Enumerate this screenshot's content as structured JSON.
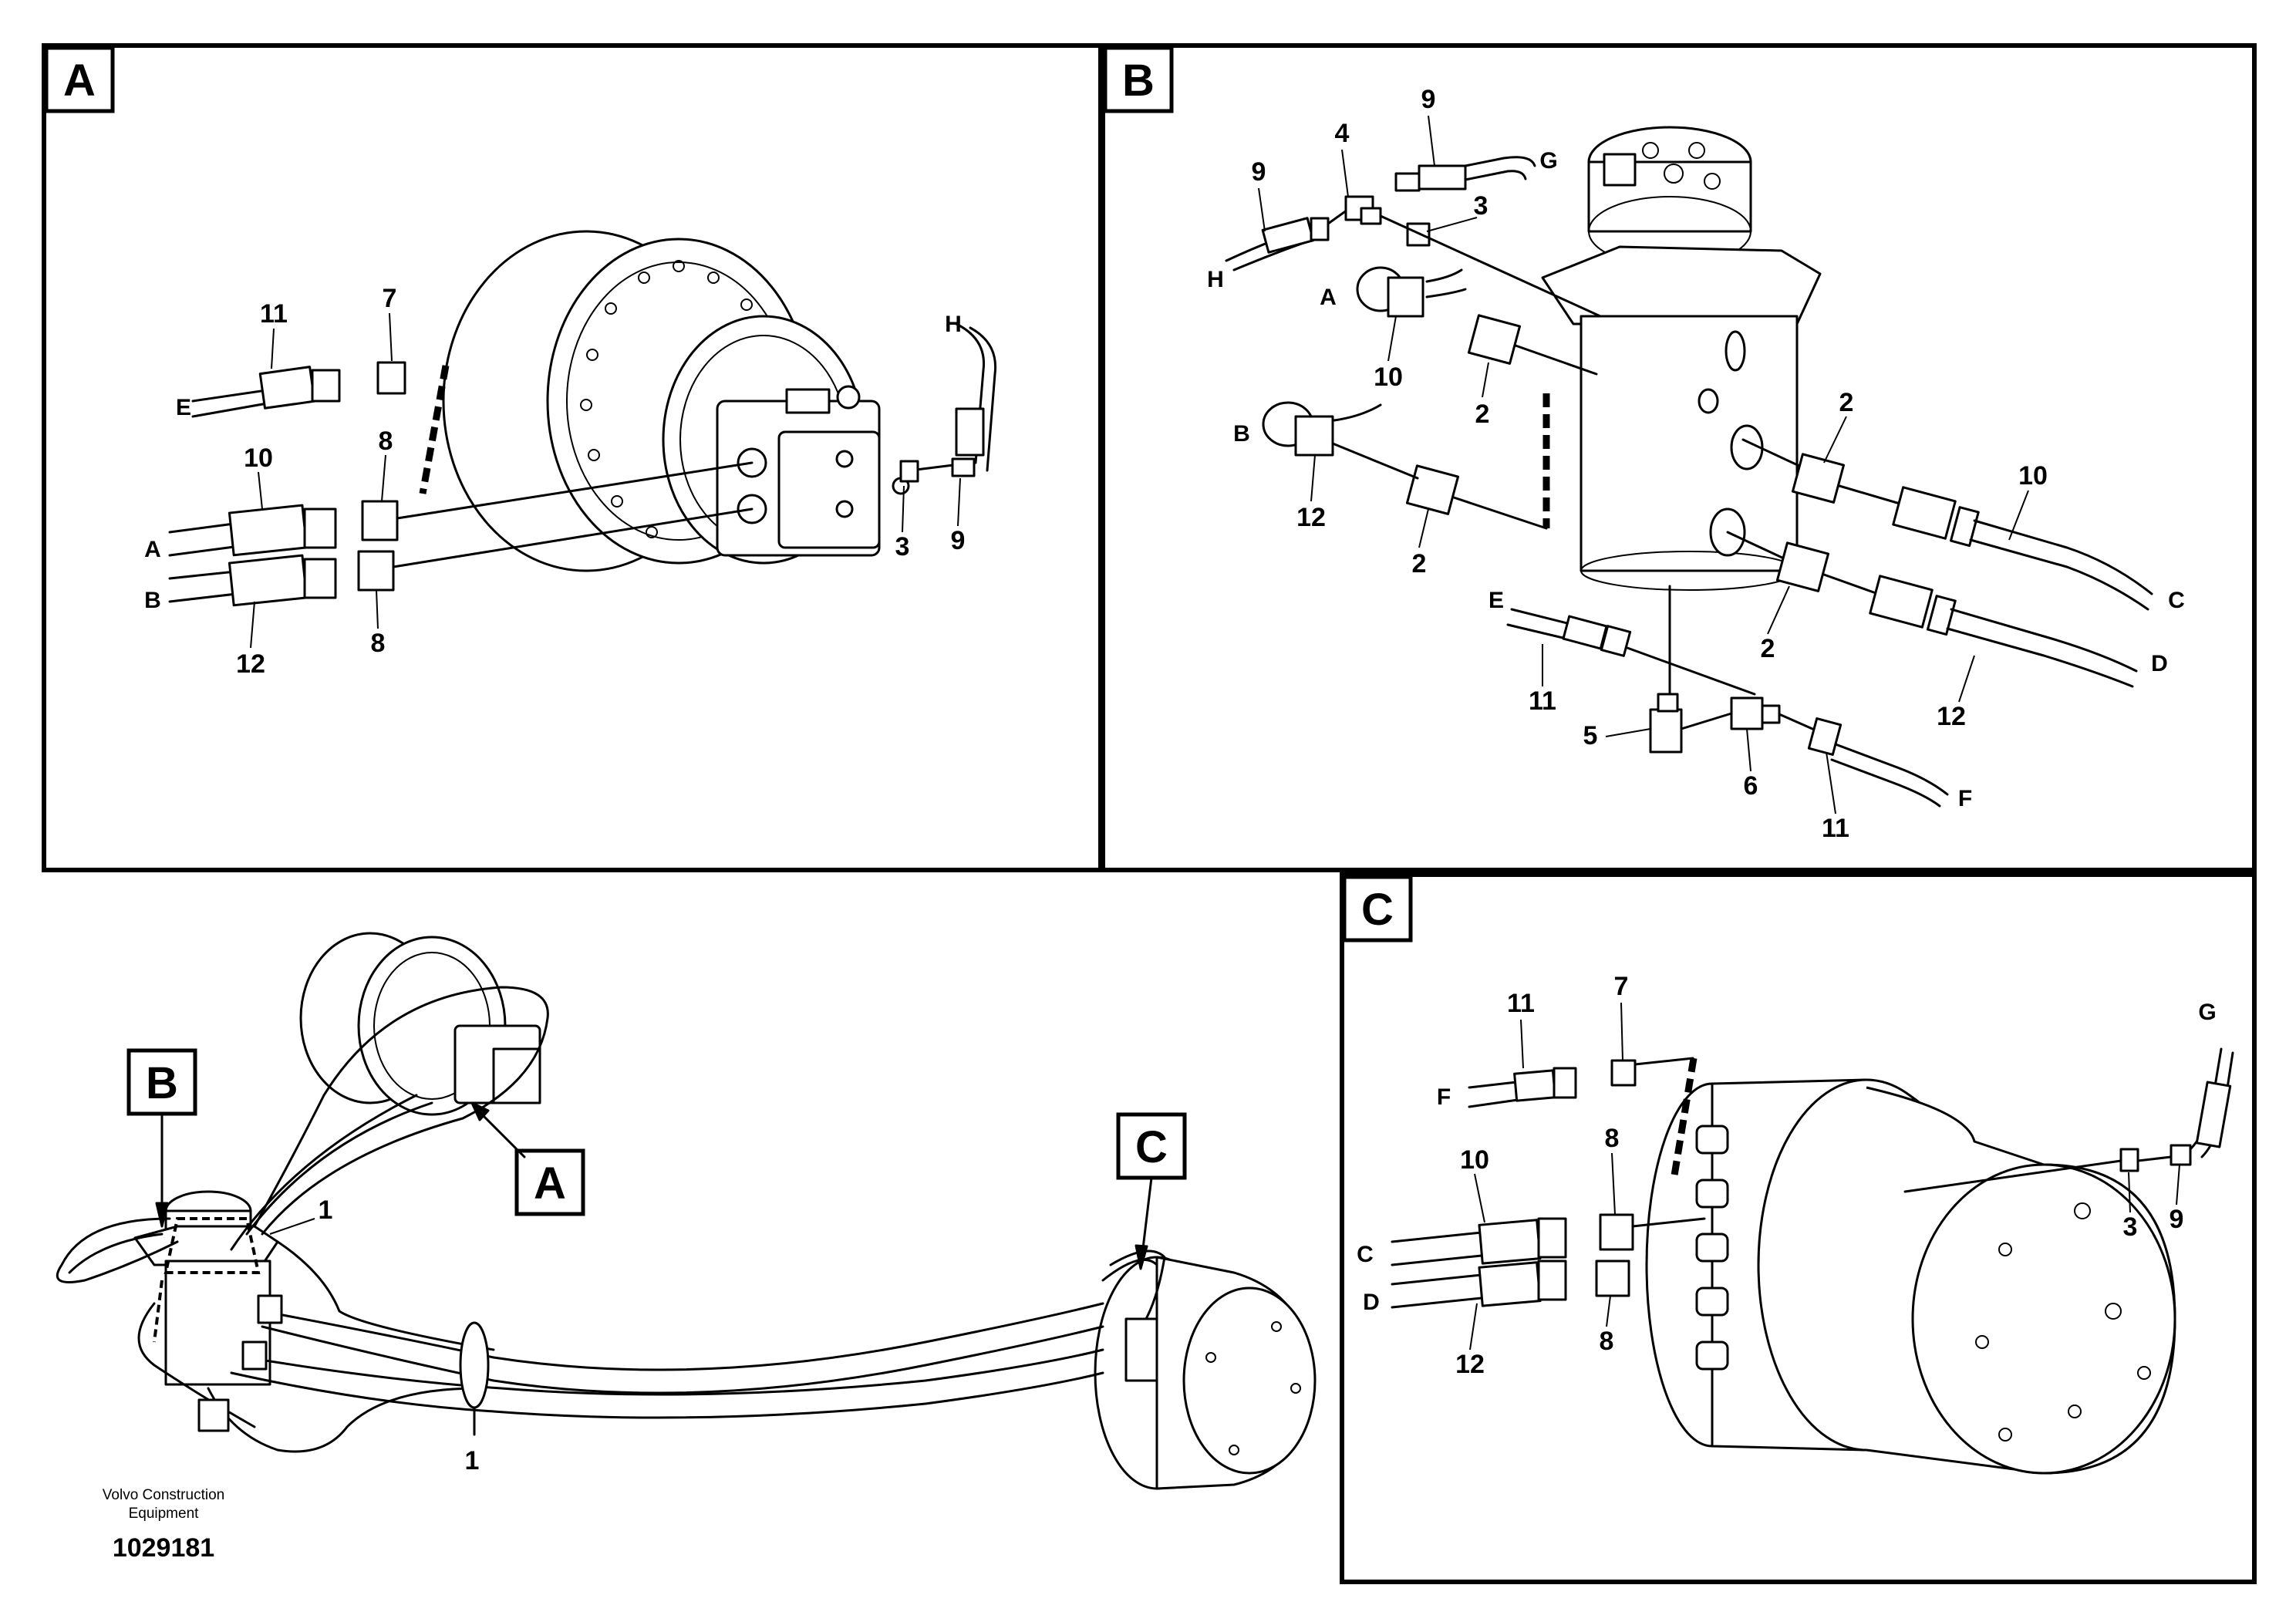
{
  "panels": {
    "a": {
      "tag": "A",
      "callouts": [
        "11",
        "7",
        "10",
        "8",
        "12",
        "8",
        "3",
        "9"
      ],
      "connections": [
        "E",
        "A",
        "B",
        "H"
      ]
    },
    "b": {
      "tag": "B",
      "callouts": [
        "9",
        "4",
        "9",
        "3",
        "10",
        "2",
        "12",
        "2",
        "2",
        "10",
        "2",
        "12",
        "11",
        "5",
        "6",
        "11"
      ],
      "connections": [
        "G",
        "H",
        "A",
        "B",
        "C",
        "D",
        "E",
        "F"
      ]
    },
    "c": {
      "tag": "C",
      "callouts": [
        "11",
        "7",
        "10",
        "8",
        "12",
        "8",
        "3",
        "9"
      ],
      "connections": [
        "F",
        "G",
        "C",
        "D"
      ]
    },
    "overview": {
      "tags": [
        "B",
        "A",
        "C"
      ],
      "callouts": [
        "1",
        "1"
      ]
    }
  },
  "footer": {
    "brand_line1": "Volvo Construction",
    "brand_line2": "Equipment",
    "document_number": "1029181"
  }
}
